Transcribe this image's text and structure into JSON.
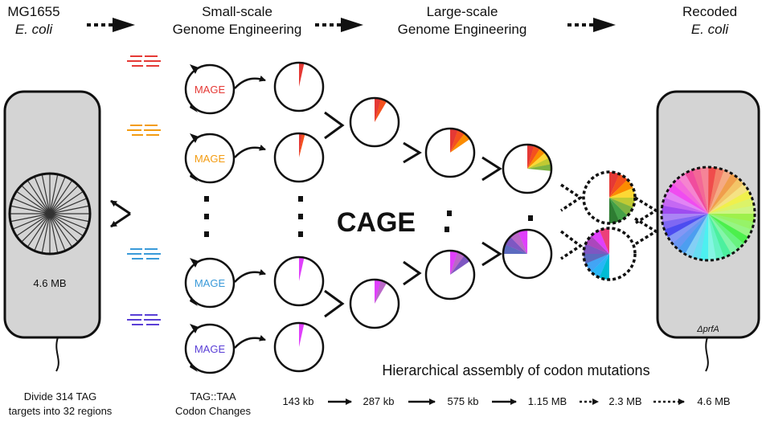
{
  "headers": {
    "start_line1": "MG1655",
    "start_line2": "E. coli",
    "small_line1": "Small-scale",
    "small_line2": "Genome Engineering",
    "large_line1": "Large-scale",
    "large_line2": "Genome Engineering",
    "end_line1": "Recoded",
    "end_line2": "E. coli"
  },
  "left_cell": {
    "size_label": "4.6 MB"
  },
  "right_cell": {
    "label": "ΔprfA"
  },
  "mage": {
    "label": "MAGE",
    "colors": [
      "#e53935",
      "#f39c12",
      "#3a9ad9",
      "#5a3fd6"
    ]
  },
  "cage_label": "CAGE",
  "hierarchy_label": "Hierarchical assembly of codon mutations",
  "bottom": {
    "divide_line1": "Divide 314 TAG",
    "divide_line2": "targets into 32 regions",
    "codon_line1": "TAG::TAA",
    "codon_line2": "Codon Changes"
  },
  "scale": [
    "143 kb",
    "287 kb",
    "575 kb",
    "1.15 MB",
    "2.3 MB",
    "4.6 MB"
  ]
}
